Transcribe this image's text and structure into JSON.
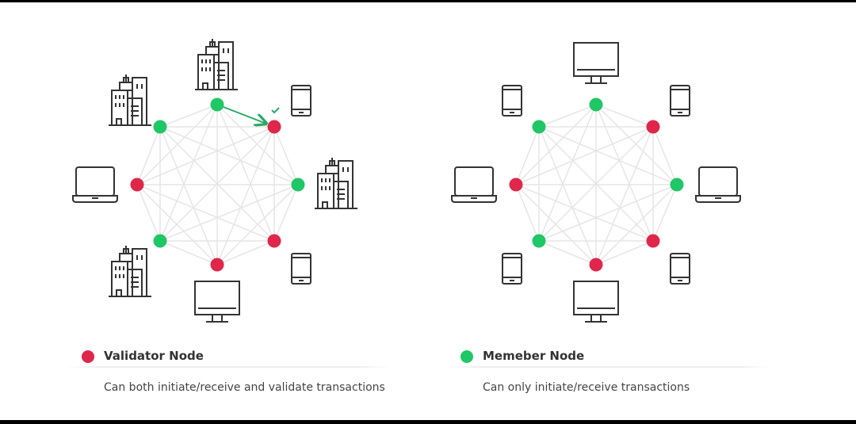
{
  "colors": {
    "validator": "#e0264a",
    "member": "#1fc766",
    "edge": "#e6e6e6",
    "icon": "#333333",
    "arrow": "#2aa866"
  },
  "networks": [
    {
      "name": "validator-network",
      "nodes": [
        "member",
        "validator",
        "member",
        "validator",
        "validator",
        "member",
        "validator",
        "member"
      ],
      "devices": [
        "building-icon",
        "phone-icon",
        "building-icon",
        "phone-icon",
        "monitor-icon",
        "building-icon",
        "laptop-icon",
        "building-icon"
      ],
      "transaction_arrow": {
        "from": 0,
        "to": 1,
        "validated": true
      }
    },
    {
      "name": "member-network",
      "nodes": [
        "member",
        "validator",
        "member",
        "validator",
        "validator",
        "member",
        "validator",
        "member"
      ],
      "devices": [
        "monitor-icon",
        "phone-icon",
        "laptop-icon",
        "phone-icon",
        "monitor-icon",
        "phone-icon",
        "laptop-icon",
        "phone-icon"
      ]
    }
  ],
  "legend": [
    {
      "type": "validator",
      "title": "Validator Node",
      "description": "Can both initiate/receive and validate transactions"
    },
    {
      "type": "member",
      "title": "Memeber Node",
      "description": "Can only initiate/receive transactions"
    }
  ]
}
